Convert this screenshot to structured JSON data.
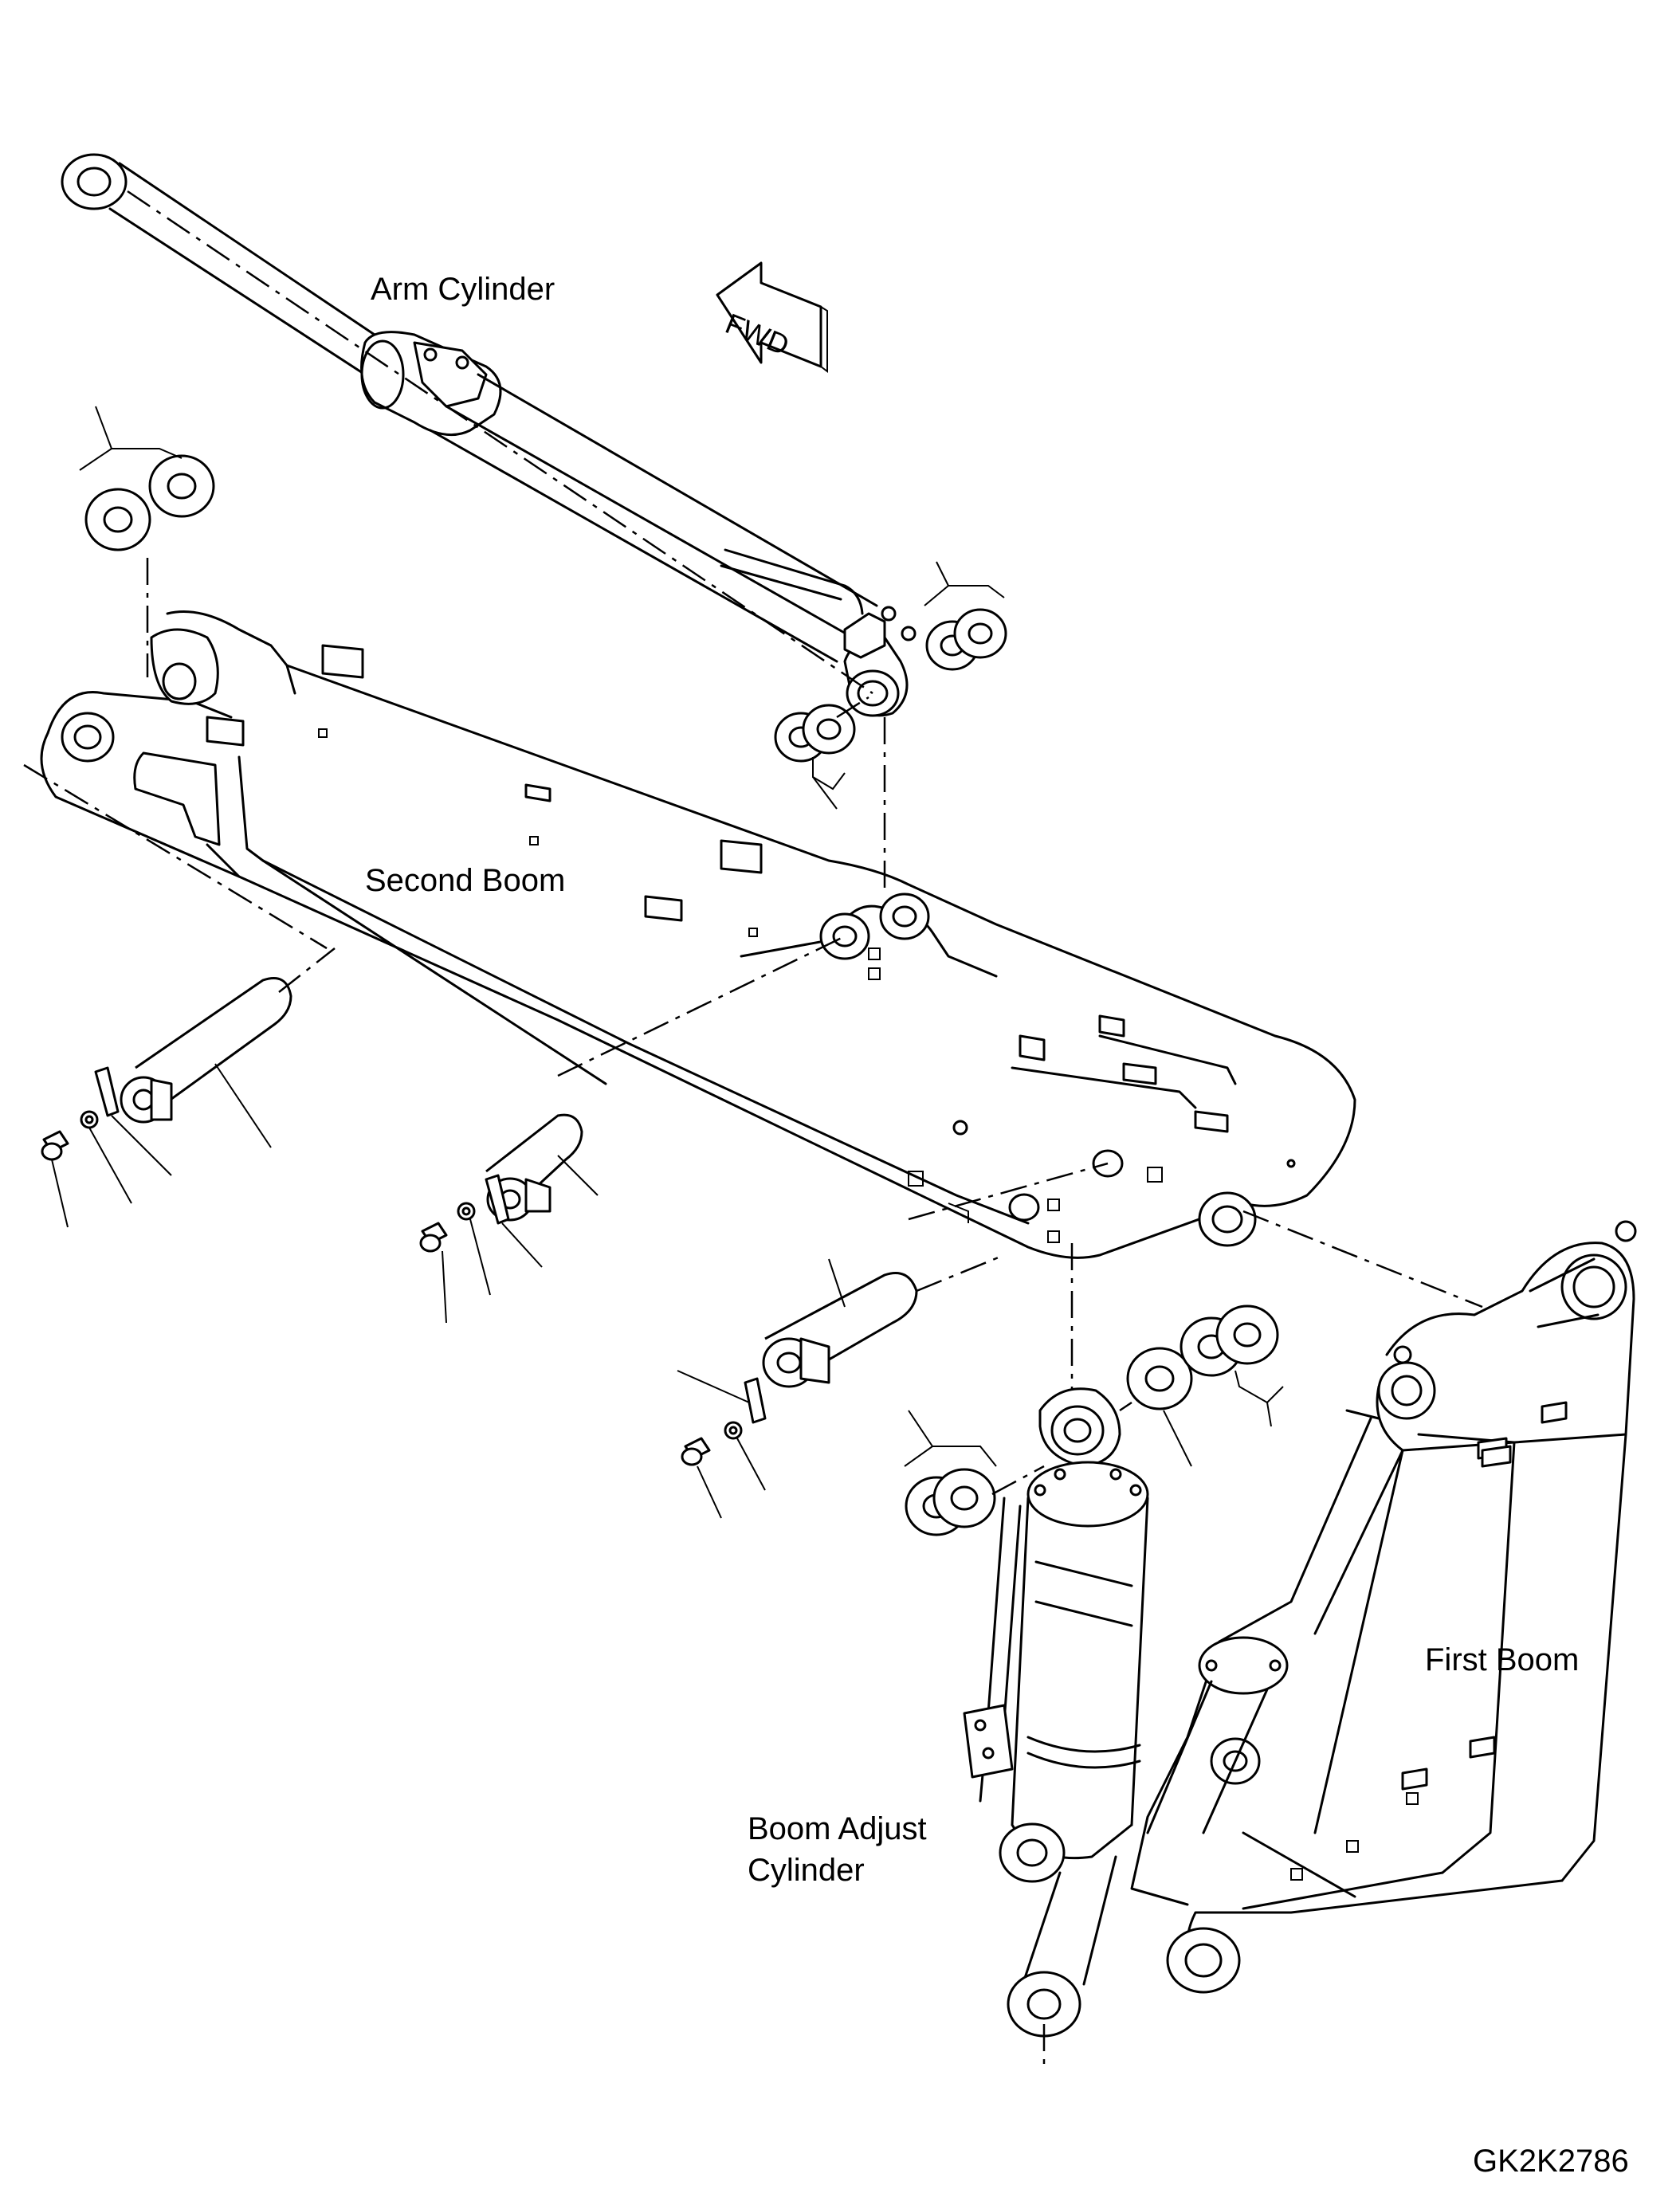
{
  "labels": {
    "arm_cylinder": "Arm Cylinder",
    "second_boom": "Second Boom",
    "first_boom": "First Boom",
    "boom_adjust_line1": "Boom Adjust",
    "boom_adjust_line2": "Cylinder"
  },
  "fwd_arrow_text": "FWD",
  "drawing_code": "GK2K2786"
}
